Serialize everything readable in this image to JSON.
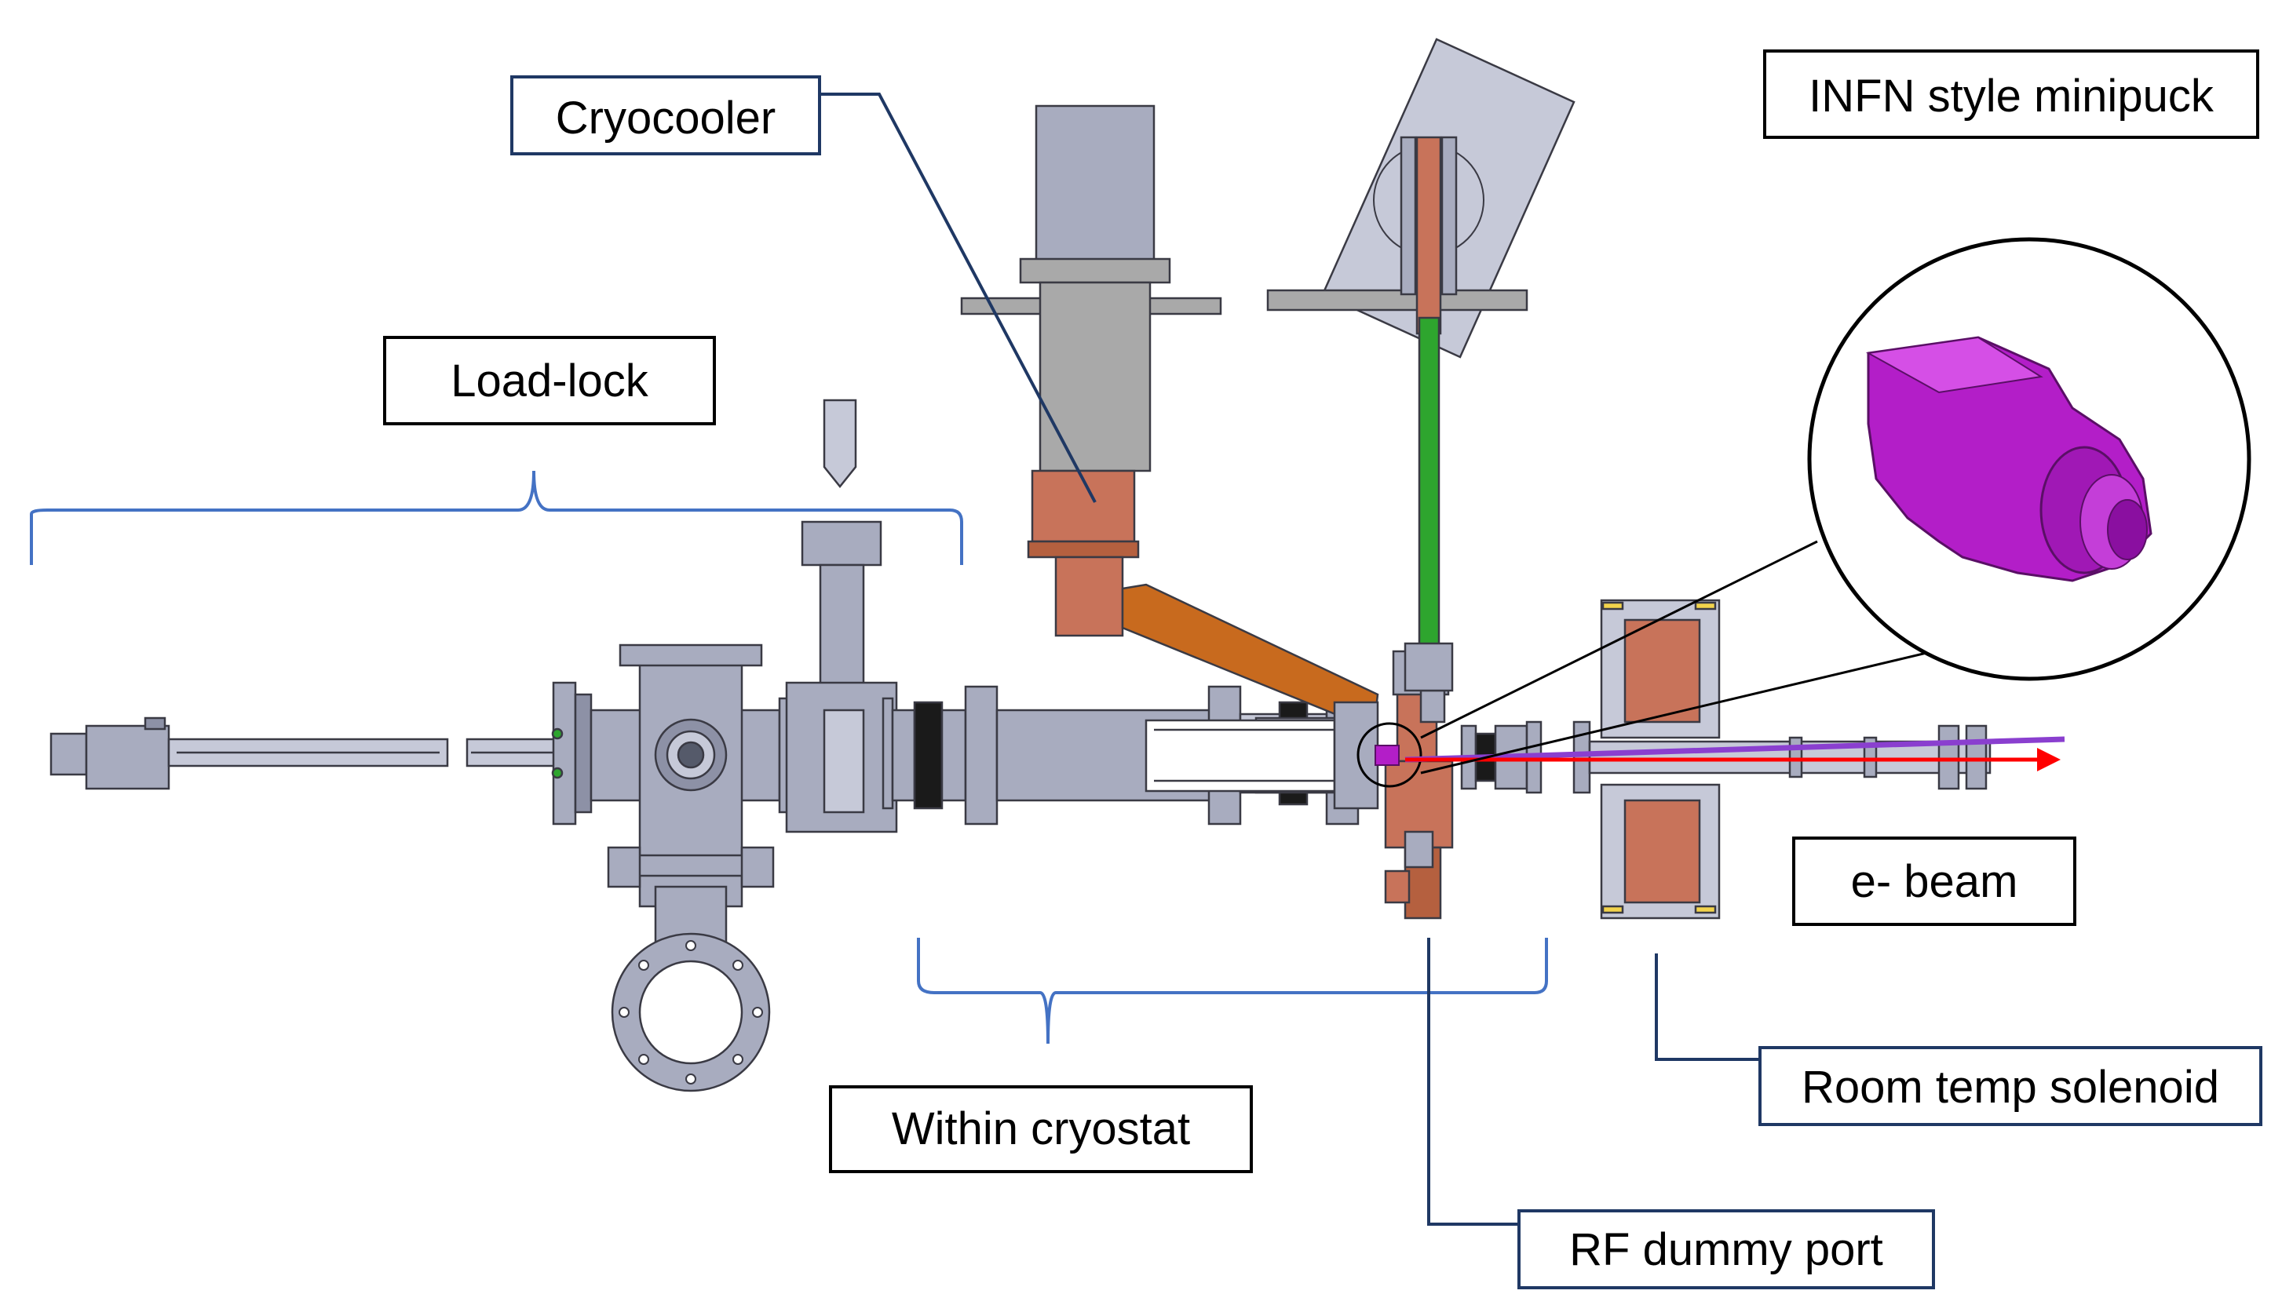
{
  "labels": {
    "cryocooler": "Cryocooler",
    "load_lock": "Load-lock",
    "infn_minipuck": "INFN style minipuck",
    "e_beam": "e- beam",
    "within_cryostat": "Within cryostat",
    "room_temp_solenoid": "Room temp solenoid",
    "rf_dummy_port": "RF dummy port"
  },
  "colors": {
    "steel": "#a8acbf",
    "copper": "#c8735a",
    "thermal_strap": "#c86a1e",
    "green_rod": "#2ea52e",
    "minipuck": "#b31ec8",
    "beam_red": "#ff0000",
    "beam_purple": "#8a3fcf",
    "brace_blue": "#4472c4",
    "leader_navy": "#1f3864"
  }
}
